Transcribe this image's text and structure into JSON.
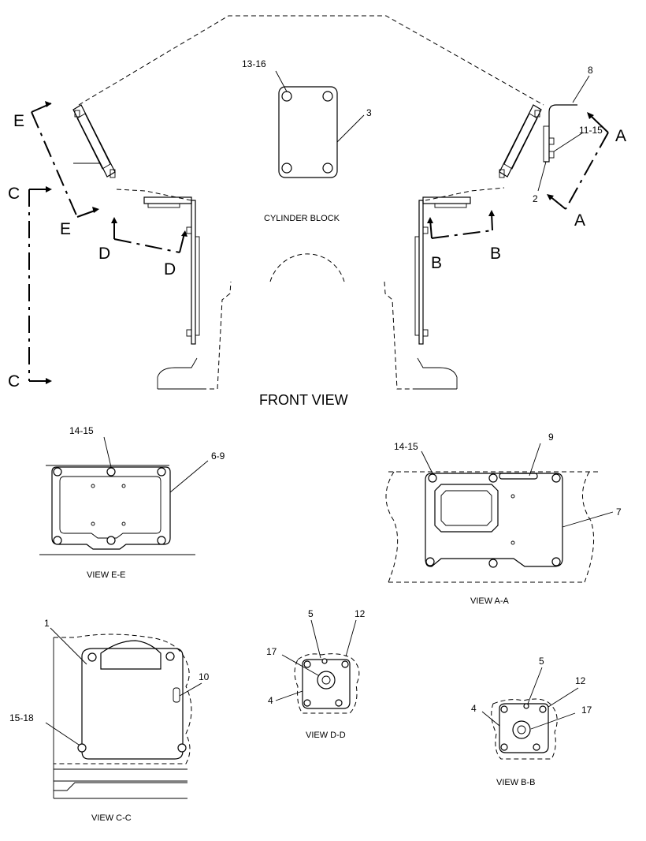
{
  "front_view": {
    "title": "FRONT VIEW",
    "block_label": "CYLINDER BLOCK",
    "section_markers": {
      "a": "A",
      "b": "B",
      "c": "C",
      "d": "D",
      "e": "E"
    }
  },
  "callouts": {
    "c_13_16": "13-16",
    "c_3": "3",
    "c_8": "8",
    "c_11_15": "11-15",
    "c_2": "2",
    "e_14_15": "14-15",
    "e_6_9": "6-9",
    "a_14_15": "14-15",
    "a_9": "9",
    "a_7": "7",
    "c_1": "1",
    "c_10": "10",
    "c_15_18": "15-18",
    "d_5": "5",
    "d_12": "12",
    "d_17": "17",
    "d_4": "4",
    "b_5": "5",
    "b_12": "12",
    "b_4": "4",
    "b_17": "17"
  },
  "views": {
    "e_e": "VIEW E-E",
    "a_a": "VIEW A-A",
    "c_c": "VIEW C-C",
    "d_d": "VIEW D-D",
    "b_b": "VIEW B-B"
  }
}
